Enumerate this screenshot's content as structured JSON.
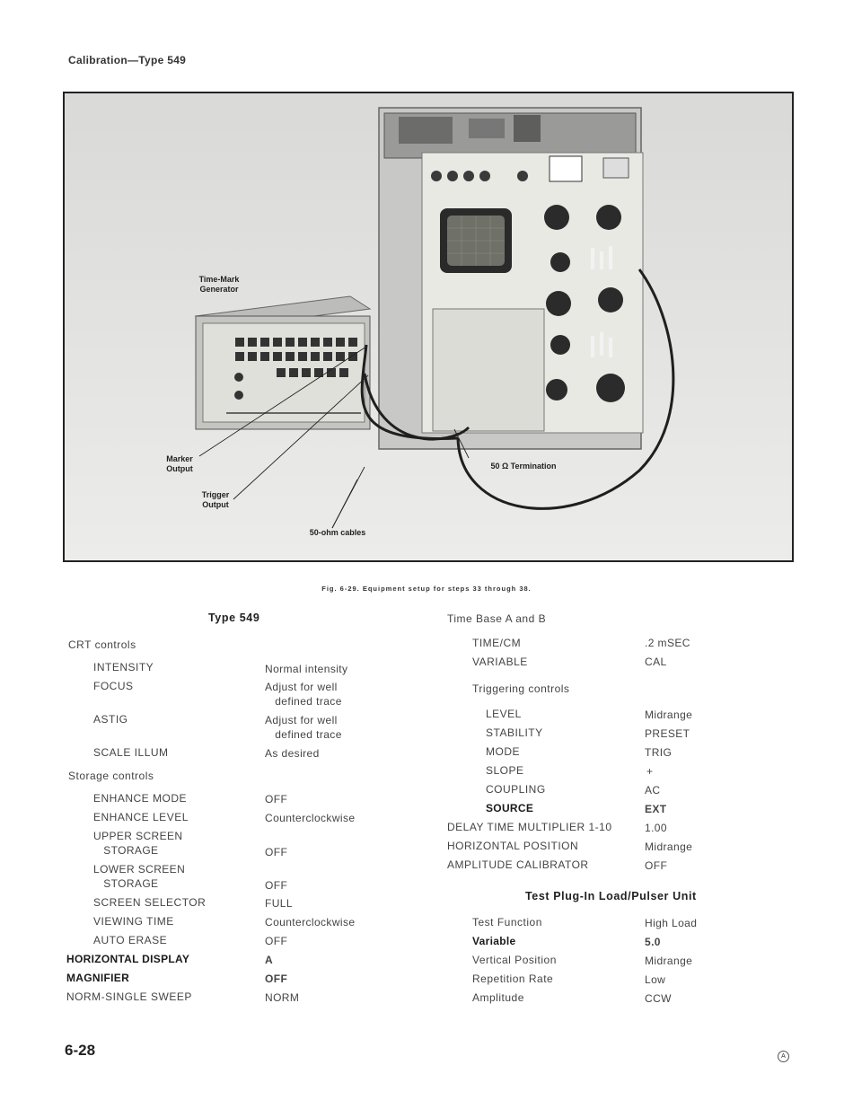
{
  "header": "Calibration—Type 549",
  "figure": {
    "callouts": {
      "time_mark": "Time-Mark\nGenerator",
      "marker_output": "Marker\nOutput",
      "trigger_output": "Trigger\nOutput",
      "cables": "50-ohm cables",
      "termination": "50 Ω  Termination"
    },
    "caption": "Fig. 6-29. Equipment setup for steps 33 through 38."
  },
  "left": {
    "title": "Type 549",
    "crt_heading": "CRT controls",
    "crt": [
      {
        "label": "INTENSITY",
        "value": "Normal intensity"
      },
      {
        "label": "FOCUS",
        "value": "Adjust for well\n   defined trace"
      },
      {
        "label": "ASTIG",
        "value": "Adjust for well\n   defined trace"
      },
      {
        "label": "SCALE ILLUM",
        "value": "As desired"
      }
    ],
    "storage_heading": "Storage controls",
    "storage": [
      {
        "label": "ENHANCE MODE",
        "value": "OFF"
      },
      {
        "label": "ENHANCE LEVEL",
        "value": "Counterclockwise"
      },
      {
        "label": "UPPER SCREEN\n   STORAGE",
        "value": "OFF"
      },
      {
        "label": "LOWER SCREEN\n   STORAGE",
        "value": "OFF"
      },
      {
        "label": "SCREEN SELECTOR",
        "value": "FULL"
      },
      {
        "label": "VIEWING TIME",
        "value": "Counterclockwise"
      },
      {
        "label": "AUTO ERASE",
        "value": "OFF"
      }
    ],
    "main": [
      {
        "label": "HORIZONTAL DISPLAY",
        "value": "A",
        "bold": true
      },
      {
        "label": "MAGNIFIER",
        "value": "OFF",
        "bold": true
      },
      {
        "label": "NORM-SINGLE SWEEP",
        "value": "NORM"
      }
    ]
  },
  "right": {
    "timebase_heading": "Time Base A and B",
    "timebase": [
      {
        "label": "TIME/CM",
        "value": ".2 mSEC"
      },
      {
        "label": "VARIABLE",
        "value": "CAL"
      }
    ],
    "trigger_heading": "Triggering controls",
    "trigger": [
      {
        "label": "LEVEL",
        "value": "Midrange"
      },
      {
        "label": "STABILITY",
        "value": "PRESET"
      },
      {
        "label": "MODE",
        "value": "TRIG"
      },
      {
        "label": "SLOPE",
        "value": "+"
      },
      {
        "label": "COUPLING",
        "value": "AC"
      },
      {
        "label": "SOURCE",
        "value": "EXT",
        "bold": true
      }
    ],
    "misc": [
      {
        "label": "DELAY TIME MULTIPLIER 1-10",
        "value": "1.00"
      },
      {
        "label": "HORIZONTAL POSITION",
        "value": "Midrange"
      },
      {
        "label": "AMPLITUDE CALIBRATOR",
        "value": "OFF"
      }
    ],
    "plugin_heading": "Test Plug-In Load/Pulser Unit",
    "plugin": [
      {
        "label": "Test Function",
        "value": "High Load"
      },
      {
        "label": "Variable",
        "value": "5.0",
        "bold": true
      },
      {
        "label": "Vertical Position",
        "value": "Midrange"
      },
      {
        "label": "Repetition Rate",
        "value": "Low"
      },
      {
        "label": "Amplitude",
        "value": "CCW"
      }
    ]
  },
  "footer": {
    "page_number": "6-28",
    "mark": "A"
  }
}
